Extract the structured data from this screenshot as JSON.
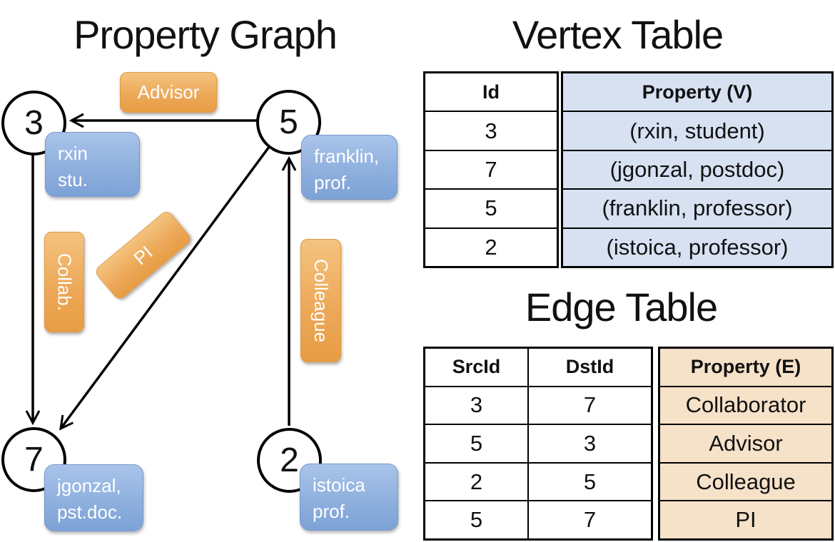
{
  "graph": {
    "title": "Property Graph",
    "nodes": [
      {
        "id": "3",
        "property_lines": [
          "rxin",
          "stu."
        ]
      },
      {
        "id": "5",
        "property_lines": [
          "franklin,",
          "prof."
        ]
      },
      {
        "id": "7",
        "property_lines": [
          "jgonzal,",
          "pst.doc."
        ]
      },
      {
        "id": "2",
        "property_lines": [
          "istoica",
          "prof."
        ]
      }
    ],
    "edge_labels": {
      "advisor": "Advisor",
      "collab": "Collab.",
      "pi": "PI",
      "colleague": "Colleague"
    }
  },
  "vertex_table": {
    "title": "Vertex Table",
    "columns": {
      "id": "Id",
      "property": "Property (V)"
    },
    "rows": [
      {
        "id": "3",
        "property": "(rxin, student)"
      },
      {
        "id": "7",
        "property": "(jgonzal, postdoc)"
      },
      {
        "id": "5",
        "property": "(franklin, professor)"
      },
      {
        "id": "2",
        "property": "(istoica, professor)"
      }
    ]
  },
  "edge_table": {
    "title": "Edge Table",
    "columns": {
      "src": "SrcId",
      "dst": "DstId",
      "property": "Property (E)"
    },
    "rows": [
      {
        "src": "3",
        "dst": "7",
        "property": "Collaborator"
      },
      {
        "src": "5",
        "dst": "3",
        "property": "Advisor"
      },
      {
        "src": "2",
        "dst": "5",
        "property": "Colleague"
      },
      {
        "src": "5",
        "dst": "7",
        "property": "PI"
      }
    ]
  },
  "colors": {
    "vertex_fill": "#d7e1f2",
    "edge_fill": "#f6e1c9",
    "orange_box_top": "#f4c37f",
    "orange_box_bottom": "#e79d43",
    "blue_box_top": "#a9c4ea",
    "blue_box_bottom": "#7da2d6",
    "line": "#000000"
  }
}
